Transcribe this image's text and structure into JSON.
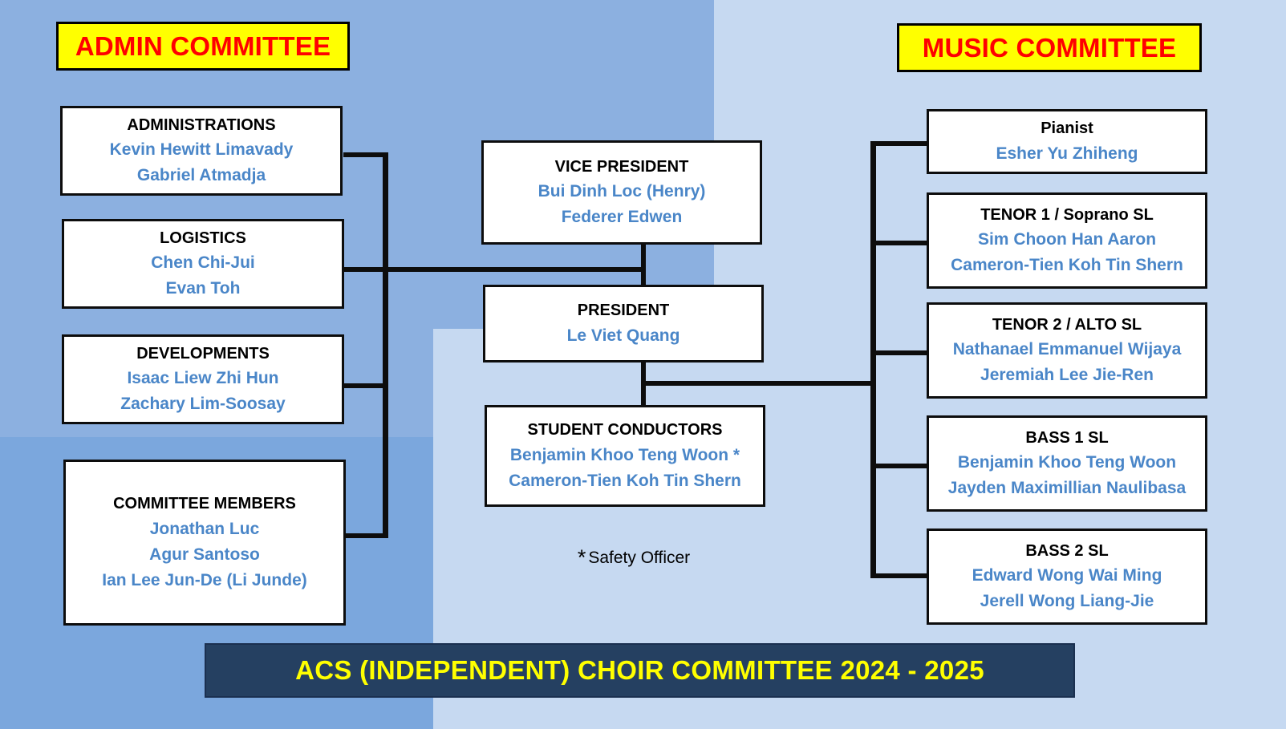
{
  "headers": {
    "admin": "ADMIN COMMITTEE",
    "music": "MUSIC COMMITTEE"
  },
  "colors": {
    "banner_background": "#ffff00",
    "banner_text": "#ff0000",
    "person_text": "#4a86c8",
    "role_text": "#000000",
    "box_background": "#ffffff",
    "box_border": "#0d0d0d",
    "panel_left": "#8cb0e0",
    "panel_left_dark": "#7ba7dd",
    "panel_right": "#c6d9f1",
    "title_bar_background": "#254061",
    "title_bar_text": "#ffff00",
    "connector_line": "#0d0d0d"
  },
  "admin_committee": [
    {
      "role": "ADMINISTRATIONS",
      "people": [
        "Kevin Hewitt Limavady",
        "Gabriel Atmadja"
      ]
    },
    {
      "role": "LOGISTICS",
      "people": [
        "Chen Chi-Jui",
        "Evan Toh"
      ]
    },
    {
      "role": "DEVELOPMENTS",
      "people": [
        "Isaac Liew Zhi Hun",
        "Zachary Lim-Soosay"
      ]
    },
    {
      "role": "COMMITTEE MEMBERS",
      "people": [
        "Jonathan Luc",
        "Agur Santoso",
        "Ian Lee Jun-De (Li Junde)"
      ]
    }
  ],
  "executive": [
    {
      "role": "VICE PRESIDENT",
      "people": [
        "Bui Dinh Loc (Henry)",
        "Federer Edwen"
      ]
    },
    {
      "role": "PRESIDENT",
      "people": [
        "Le Viet Quang"
      ]
    },
    {
      "role": "STUDENT CONDUCTORS",
      "people": [
        "Benjamin Khoo Teng Woon *",
        "Cameron-Tien Koh Tin Shern"
      ]
    }
  ],
  "music_committee": [
    {
      "role": "Pianist",
      "people": [
        "Esher Yu Zhiheng"
      ]
    },
    {
      "role": "TENOR 1 / Soprano SL",
      "people": [
        "Sim Choon Han Aaron",
        "Cameron-Tien Koh Tin Shern"
      ]
    },
    {
      "role": "TENOR 2 / ALTO SL",
      "people": [
        "Nathanael Emmanuel Wijaya",
        "Jeremiah Lee Jie-Ren"
      ]
    },
    {
      "role": "BASS 1 SL",
      "people": [
        "Benjamin Khoo Teng Woon",
        "Jayden Maximillian Naulibasa"
      ]
    },
    {
      "role": "BASS 2 SL",
      "people": [
        "Edward Wong Wai Ming",
        "Jerell Wong Liang-Jie"
      ]
    }
  ],
  "footnote": {
    "marker": "*",
    "text": "Safety Officer"
  },
  "title": "ACS (INDEPENDENT) CHOIR COMMITTEE 2024 - 2025"
}
